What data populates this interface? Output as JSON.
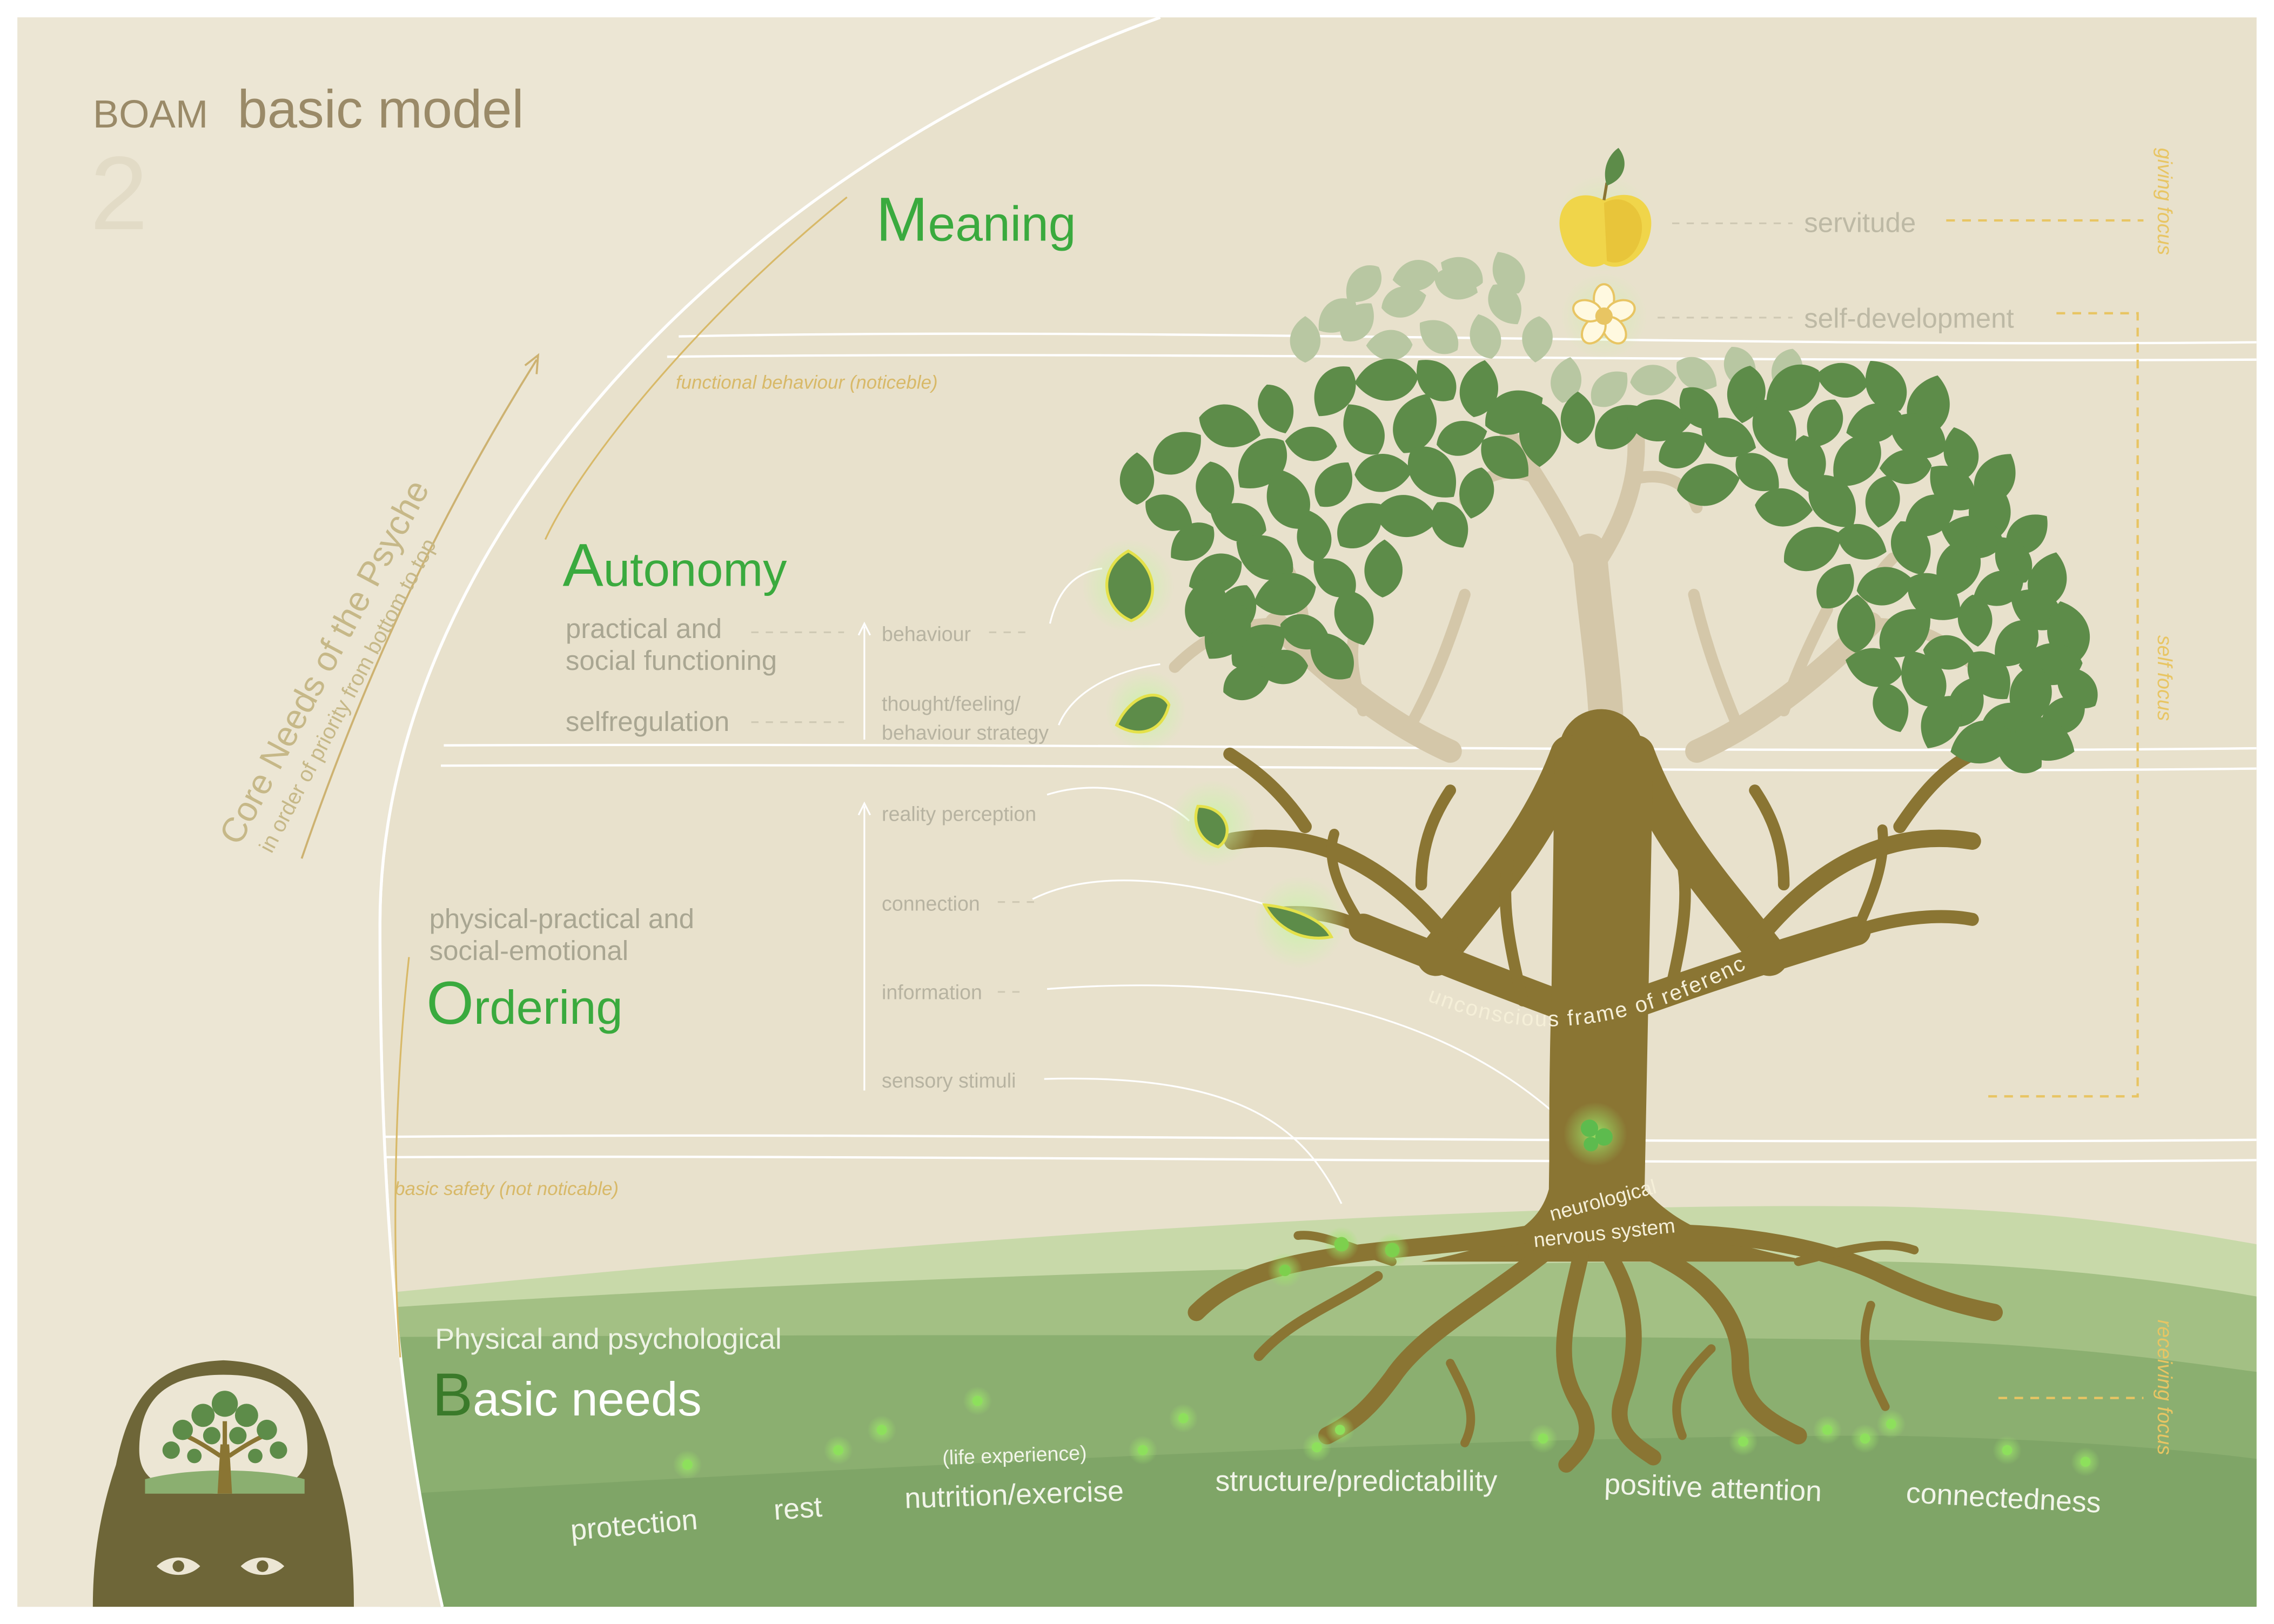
{
  "title": {
    "brand": "BOAM",
    "rest": "basic model",
    "number": "2"
  },
  "axis": {
    "main": "Core Needs of the Psyche",
    "sub": "in order of priority from bottom to top"
  },
  "levels": {
    "meaning": {
      "initial": "M",
      "rest": "eaning"
    },
    "autonomy": {
      "initial": "A",
      "rest": "utonomy",
      "items": [
        "practical and",
        "social functioning",
        "selfregulation"
      ],
      "flows": [
        "behaviour",
        "thought/feeling/",
        "behaviour strategy"
      ]
    },
    "ordering": {
      "initial": "O",
      "rest": "rdering",
      "subtitle": [
        "physical-practical and",
        "social-emotional"
      ],
      "flows": [
        "reality perception",
        "connection",
        "information",
        "sensory stimuli"
      ]
    },
    "basic": {
      "initial": "B",
      "rest": "asic needs",
      "subtitle": "Physical and psychological",
      "needs": [
        "protection",
        "rest",
        "nutrition/exercise",
        "structure/predictability",
        "positive attention",
        "connectedness"
      ],
      "life_experience": "(life experience)"
    }
  },
  "annotations": {
    "functional": "functional behaviour  (noticeble)",
    "safety": "basic safety  (not noticable)"
  },
  "tree": {
    "frame": "unconscious frame of reference",
    "nervous_1": "neurological",
    "nervous_2": "nervous system",
    "servitude": "servitude",
    "self_development": "self-development"
  },
  "focus": {
    "giving": "giving focus",
    "self": "self focus",
    "receiving": "receiving focus"
  },
  "colors": {
    "background": "#ece6d4",
    "green_text": "#3aaa3e",
    "gold": "#e8c563",
    "leaf": "#5d8c49",
    "leaf_faded": "#b8c7a2",
    "trunk": "#8a7533",
    "branch_faded": "#d4c7a9",
    "ground": "#7fa567",
    "title_brown": "#9a8a68",
    "grey_text": "#a09e8c"
  }
}
